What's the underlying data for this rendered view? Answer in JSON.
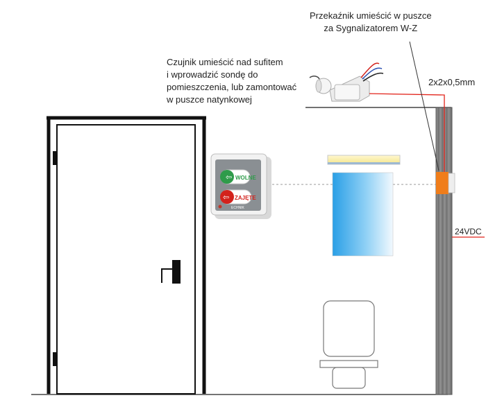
{
  "annotations": {
    "relay_note": [
      "Przekaźnik umieścić w puszce",
      "za Sygnalizatorem W-Z"
    ],
    "sensor_note": [
      "Czujnik umieścić nad sufitem",
      "i wprowadzić sondę do",
      "pomieszczenia, lub zamontować",
      "w puszce natynkowej"
    ],
    "cable_spec": "2x2x0,5mm",
    "power_spec": "24VDC"
  },
  "indicator_panel": {
    "free_label": "WOLNE",
    "occupied_label": "ZAJĘTE",
    "brand": "ECHNIK"
  },
  "colors": {
    "wire": "#e2231a",
    "relay_box": "#f07d1a",
    "free_button": "#2e9b4a",
    "occupied_button": "#d3221c",
    "wall": "#7d7d7d",
    "mirror": "#3fa9f5"
  }
}
